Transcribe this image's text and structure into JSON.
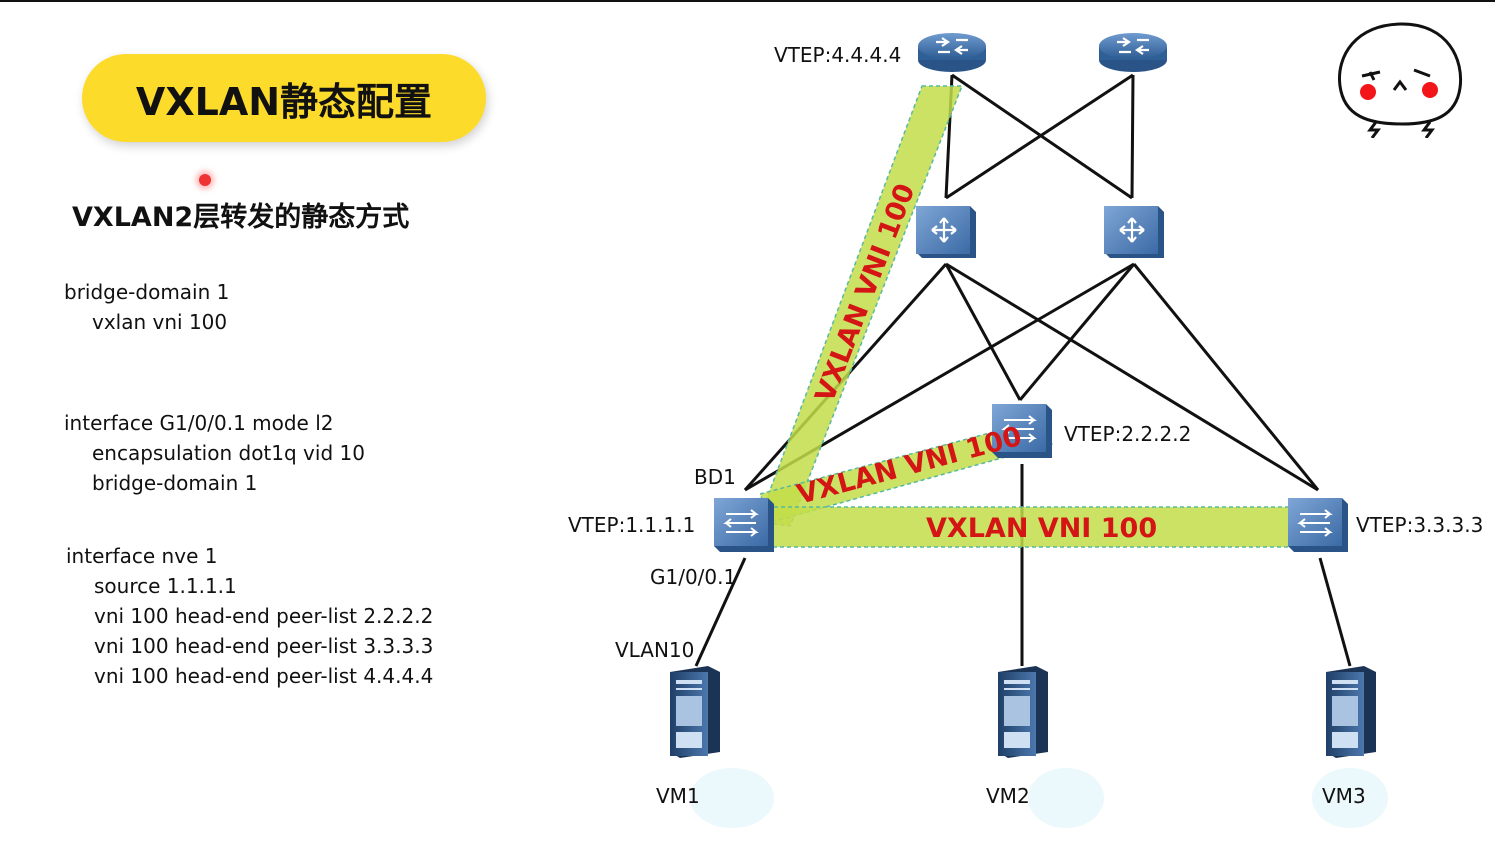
{
  "slide": {
    "title": "VXLAN静态配置",
    "subtitle": "VXLAN2层转发的静态方式"
  },
  "config": {
    "bridge_domain": [
      "bridge-domain 1",
      "vxlan vni 100"
    ],
    "interface_sub": [
      "interface G1/0/0.1 mode l2",
      "encapsulation dot1q vid 10",
      "bridge-domain 1"
    ],
    "interface_nve": [
      "interface nve 1",
      "source 1.1.1.1",
      "vni 100 head-end peer-list 2.2.2.2",
      "vni 100 head-end peer-list 3.3.3.3",
      "vni 100 head-end peer-list 4.4.4.4"
    ]
  },
  "diagram": {
    "vtep4": "VTEP:4.4.4.4",
    "vtep2": "VTEP:2.2.2.2",
    "vtep1": "VTEP:1.1.1.1",
    "vtep3": "VTEP:3.3.3.3",
    "bd1": "BD1",
    "port": "G1/0/0.1",
    "vlan": "VLAN10",
    "vm1": "VM1",
    "vm2": "VM2",
    "vm3": "VM3",
    "tunnel_up": "VXLAN VNI 100",
    "tunnel_mid": "VXLAN VNI 100",
    "tunnel_right": "VXLAN VNI 100",
    "tunnel_color": "#c8e04a",
    "tunnel_text_color": "#d41515",
    "router_color": "#3e6fa6",
    "switch_color": "#4a7ab5"
  },
  "icons": [
    "router-icon",
    "switch-icon",
    "server-icon",
    "mascot-icon"
  ]
}
